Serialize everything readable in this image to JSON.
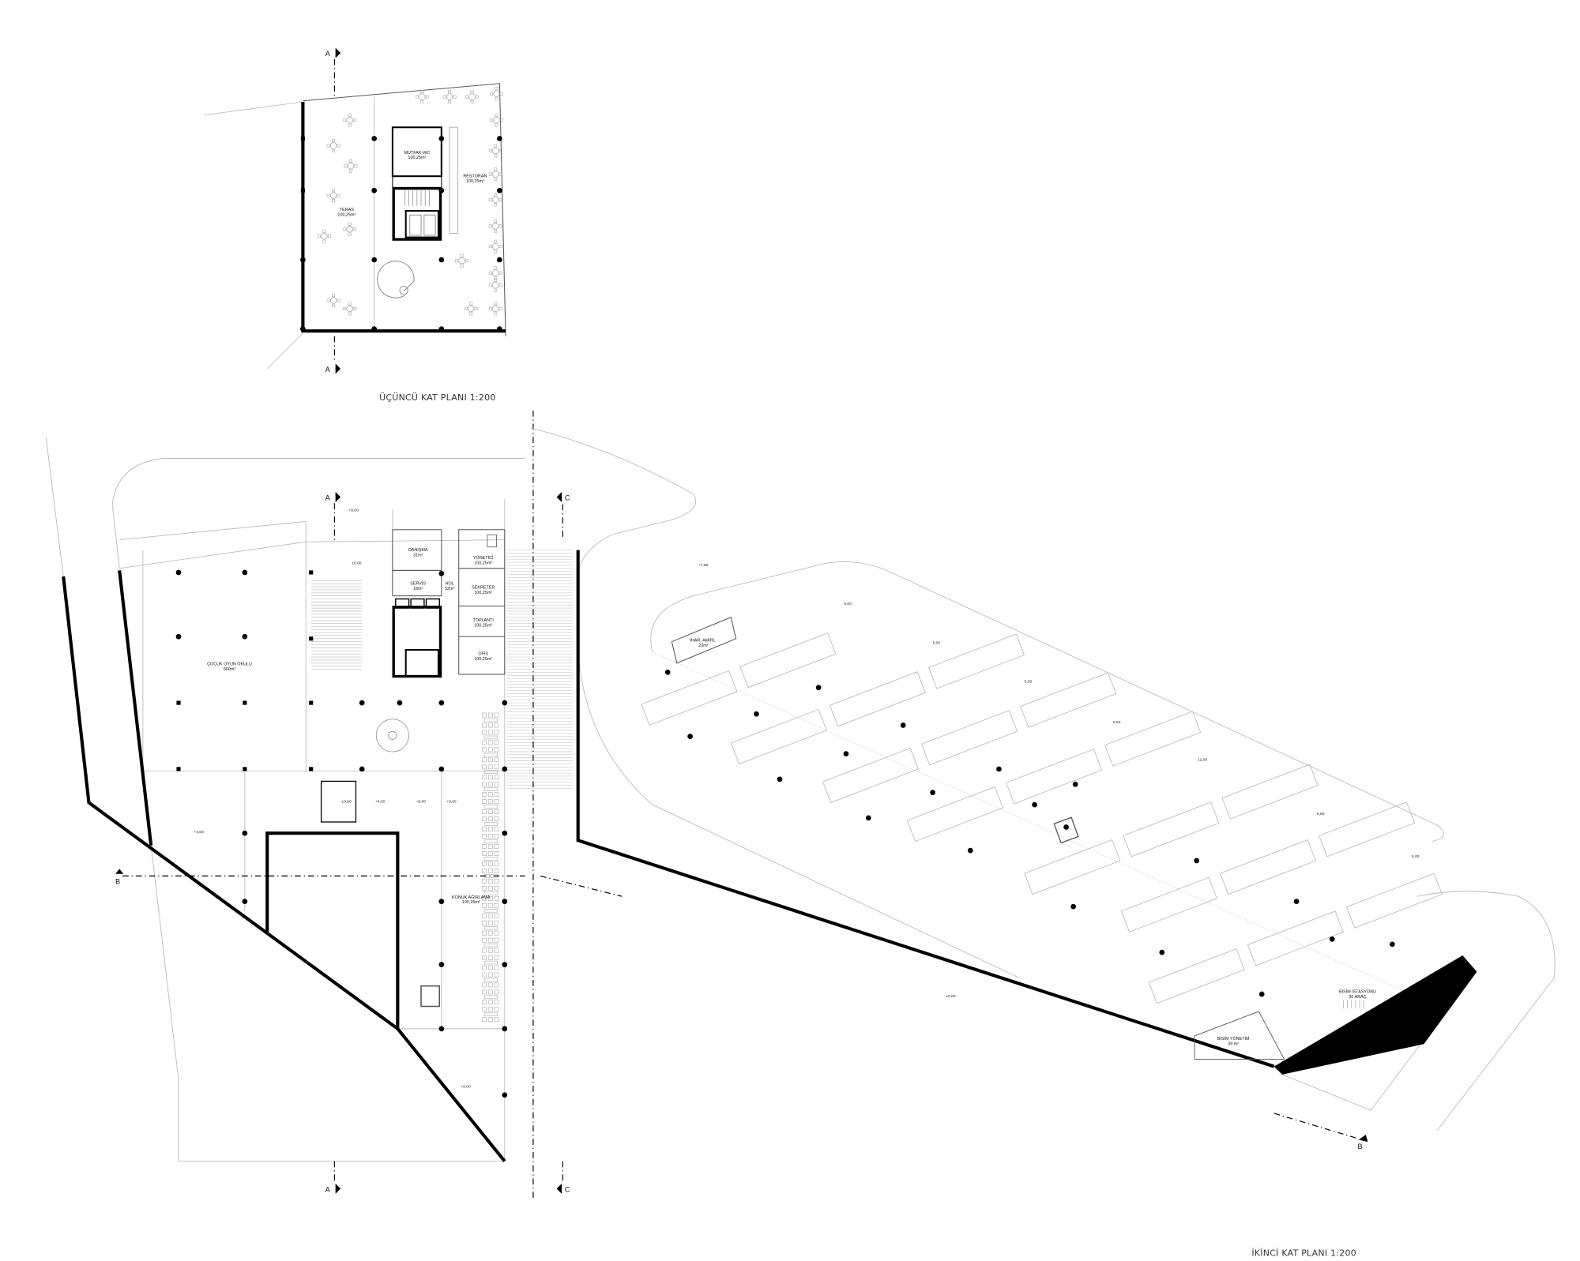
{
  "third_floor": {
    "caption": "ÜÇÜNCÜ KAT PLANI 1:200",
    "rooms": [
      {
        "name": "MUTFAK-WC",
        "area": "100,25m²"
      },
      {
        "name": "RESTORAN",
        "area": "100,25m²"
      },
      {
        "name": "TERAS",
        "area": "100,25m²"
      }
    ]
  },
  "second_floor": {
    "caption": "İKİNCİ KAT PLANI 1:200",
    "rooms": [
      {
        "name": "DANIŞMA",
        "area": "31m²"
      },
      {
        "name": "YÖNETİCİ",
        "area": "100,25m²"
      },
      {
        "name": "SERVİS",
        "area": "18m²"
      },
      {
        "name": "HOL",
        "area": "52m²"
      },
      {
        "name": "SEKRETER",
        "area": "100,25m²"
      },
      {
        "name": "TOPLANTI",
        "area": "100,25m²"
      },
      {
        "name": "OFİS",
        "area": "100,25m²"
      },
      {
        "name": "ÇOCUK OYUN OKULU",
        "area": "560m²"
      },
      {
        "name": "KONUK AĞIRLAMA",
        "area": "100,25m²"
      }
    ],
    "levels": [
      "+8,00",
      "±0,00",
      "+4,00",
      "±0,00",
      "+4,00",
      "+8,00",
      "+8,00",
      "+8,00"
    ]
  },
  "parking": {
    "rooms": [
      {
        "name": "İHAR. AMİRL.",
        "area": "23m²"
      },
      {
        "name": "BİSİM İSTASYONU",
        "area": "30 ARAÇ"
      },
      {
        "name": "BİSİM YÖNETİM",
        "area": "39 m²"
      }
    ],
    "levels": [
      "+7,00",
      "±0,00"
    ],
    "dimensions": [
      "5,00",
      "5,00",
      "5,00",
      "5,50",
      "12,00",
      "5,50",
      "5,00"
    ]
  },
  "section_markers": {
    "a": "A",
    "b": "B",
    "c": "C"
  }
}
